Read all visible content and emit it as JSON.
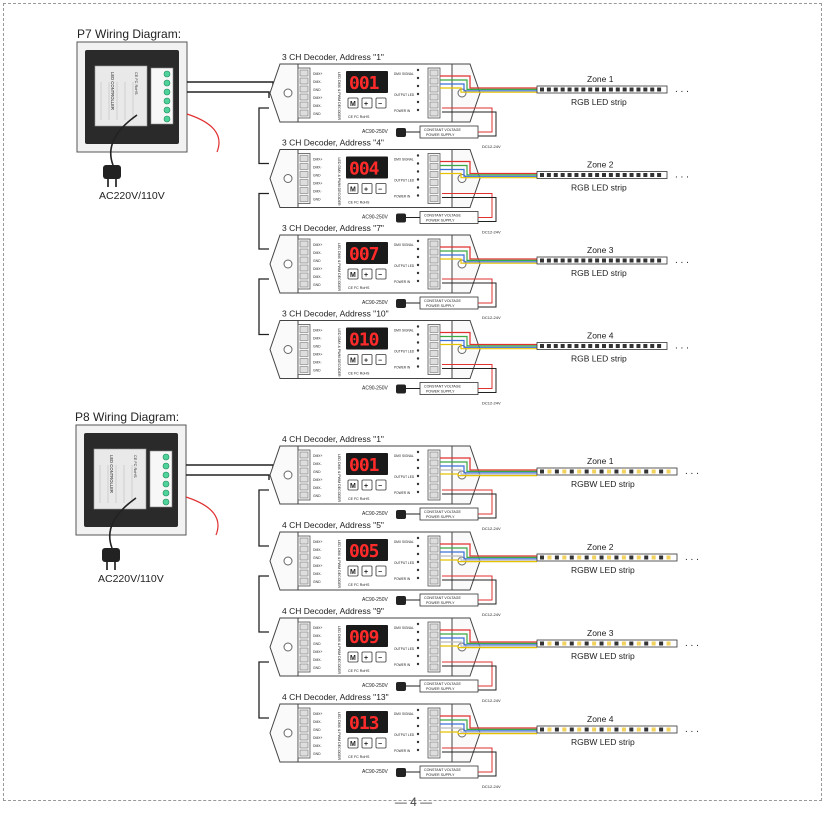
{
  "sections": [
    {
      "heading": "P7 Wiring Diagram:",
      "mains_label": "AC220V/110V",
      "controller_labels": [
        "LED CONTROLLER",
        "CE FC RoHS"
      ],
      "decoders": [
        {
          "label": "3 CH Decoder, Address \"1\"",
          "display": "001",
          "channels": 3,
          "zone": "Zone 1",
          "strip": "RGB LED strip",
          "psu_input": "AC90-250V",
          "psu_output": "DC12-24V"
        },
        {
          "label": "3 CH Decoder, Address \"4\"",
          "display": "004",
          "channels": 3,
          "zone": "Zone 2",
          "strip": "RGB LED strip",
          "psu_input": "AC90-250V",
          "psu_output": "DC12-24V"
        },
        {
          "label": "3 CH Decoder, Address \"7\"",
          "display": "007",
          "channels": 3,
          "zone": "Zone 3",
          "strip": "RGB LED strip",
          "psu_input": "AC90-250V",
          "psu_output": "DC12-24V"
        },
        {
          "label": "3 CH Decoder, Address \"10\"",
          "display": "010",
          "channels": 3,
          "zone": "Zone 4",
          "strip": "RGB LED strip",
          "psu_input": "AC90-250V",
          "psu_output": "DC12-24V"
        }
      ]
    },
    {
      "heading": "P8 Wiring Diagram:",
      "mains_label": "AC220V/110V",
      "controller_labels": [
        "LED CONTROLLER",
        "CE FC RoHS"
      ],
      "decoders": [
        {
          "label": "4 CH Decoder, Address \"1\"",
          "display": "001",
          "channels": 4,
          "zone": "Zone 1",
          "strip": "RGBW LED strip",
          "psu_input": "AC90-250V",
          "psu_output": "DC12-24V"
        },
        {
          "label": "4 CH Decoder, Address \"5\"",
          "display": "005",
          "channels": 4,
          "zone": "Zone 2",
          "strip": "RGBW LED strip",
          "psu_input": "AC90-250V",
          "psu_output": "DC12-24V"
        },
        {
          "label": "4 CH Decoder, Address \"9\"",
          "display": "009",
          "channels": 4,
          "zone": "Zone 3",
          "strip": "RGBW LED strip",
          "psu_input": "AC90-250V",
          "psu_output": "DC12-24V"
        },
        {
          "label": "4 CH Decoder, Address \"13\"",
          "display": "013",
          "channels": 4,
          "zone": "Zone 4",
          "strip": "RGBW LED strip",
          "psu_input": "AC90-250V",
          "psu_output": "DC12-24V"
        }
      ]
    }
  ],
  "decoder_text": {
    "side_label": "LED DMX & PWM DECODER",
    "certs": "CE FC RoHS",
    "buttons": [
      "M",
      "+",
      "−"
    ],
    "dmx_pins": [
      "DMX+",
      "DMX-",
      "GND",
      "DMX+",
      "DMX-",
      "GND"
    ],
    "right_labels": [
      "DMX SIGNAL",
      "OUTPUT LED",
      "POWER IN"
    ],
    "psu_box": [
      "CONSTANT VOLTAGE",
      "POWER SUPPLY"
    ]
  },
  "page_number": "— 4 —",
  "colors": {
    "wire_red": "#e03030",
    "wire_green": "#3aa845",
    "wire_blue": "#3a6fd8",
    "wire_white": "#bbbbbb",
    "wire_yellow": "#e6c200",
    "display_red": "#ff2a2a",
    "controller_body": "#2a2a2a",
    "controller_led": "#4fd39a"
  }
}
